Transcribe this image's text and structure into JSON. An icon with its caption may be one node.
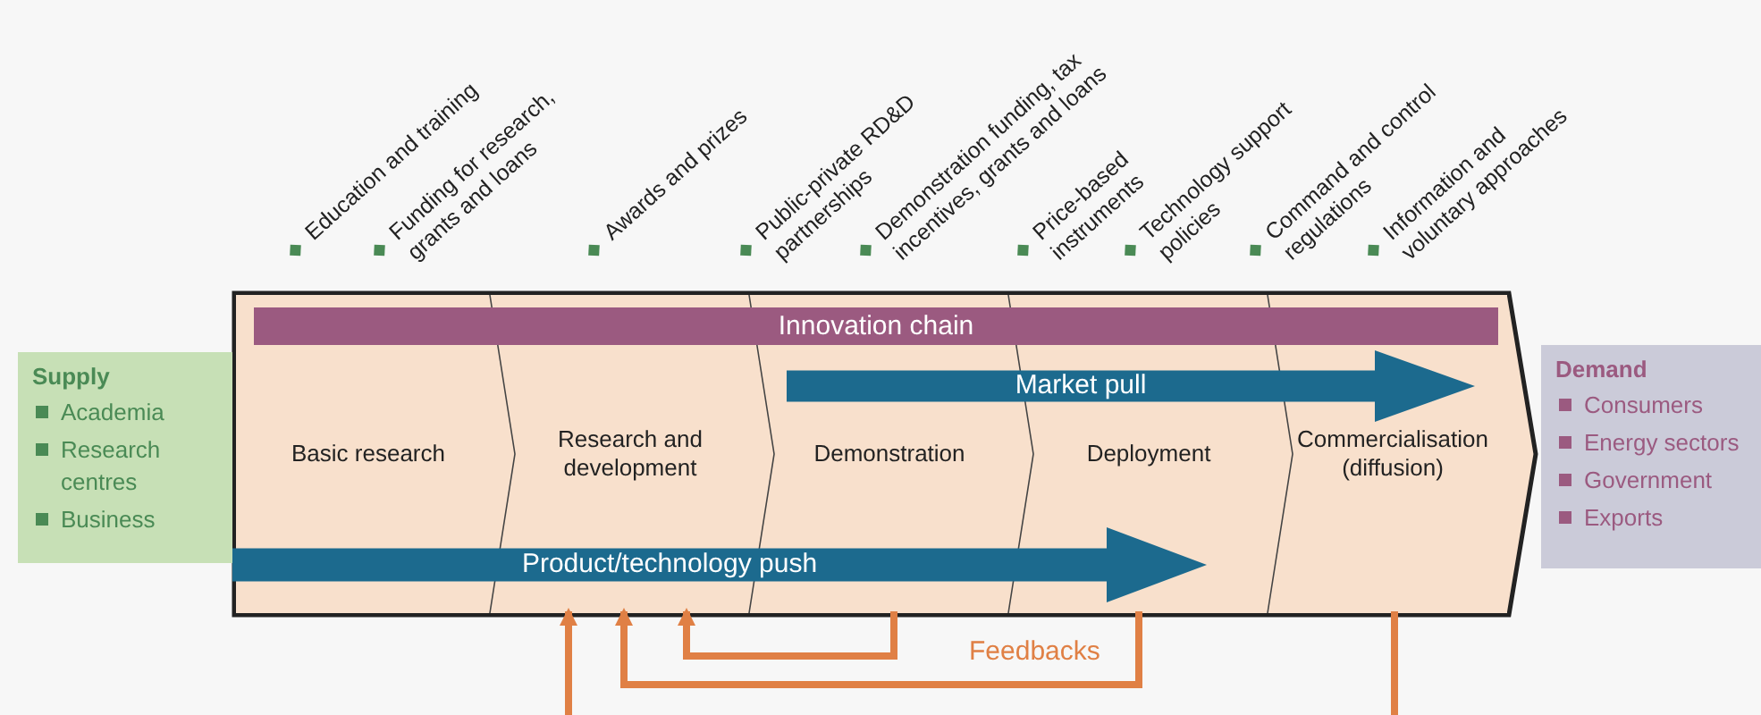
{
  "diagram": {
    "nodes": [
      {
        "text": [],
        "shape": "box"
      },
      {
        "text": [
          "Innovation chain"
        ],
        "in": 0
      },
      {
        "text": [
          "Market pull"
        ],
        "in": 0
      },
      {
        "text": [
          "Basic research"
        ],
        "in": 0
      },
      {
        "text": [
          "Research and development"
        ],
        "in": 0
      },
      {
        "text": [
          "Demonstration"
        ],
        "in": 0
      },
      {
        "text": [
          "Deployment"
        ],
        "in": 0
      },
      {
        "text": [
          "Commercialisation (diffusion)"
        ],
        "in": 0
      },
      {
        "text": [
          "Product/technology push"
        ],
        "in": 0
      },
      {
        "text": [
          "Supply",
          "Academia",
          "Research centres",
          "Business"
        ]
      },
      {
        "text": [
          "Demand",
          "Consumers",
          "Energy sectors",
          "Government",
          "Exports"
        ]
      }
    ],
    "edges": [
      {
        "from": 5,
        "to": 4,
        "arrow": "to"
      },
      {
        "from": 6,
        "to": 4,
        "arrow": "to",
        "label": "Feedbacks"
      },
      {
        "from": 7,
        "to": 4,
        "arrow": "to"
      }
    ],
    "labels": [
      "Education and training",
      "Funding for research, grants and loans",
      "Awards and prizes",
      "Public-private RD&D partnerships",
      "Demonstration funding, tax incentives, grants and loans",
      "Price-based instruments",
      "Technology support policies",
      "Command and control regulations",
      "Information and voluntary approaches"
    ]
  }
}
